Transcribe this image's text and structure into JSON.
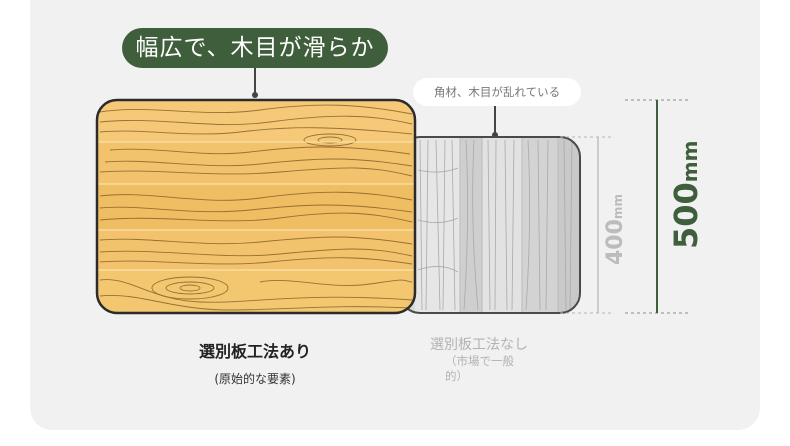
{
  "callout_main": "幅広で、木目が滑らか",
  "callout_sub": "角材、木目が乱れている",
  "with_method": {
    "title": "選別板工法あり",
    "subtitle": "(原始的な要素)"
  },
  "without_method": {
    "title": "選別板工法なし",
    "subtitle": "（市場で一般的）"
  },
  "dimension_small": {
    "value": "400",
    "unit": "mm"
  },
  "dimension_large": {
    "value": "500",
    "unit": "mm"
  },
  "colors": {
    "accent_green": "#3f5e3c",
    "wood": "#f2c36c",
    "grey_wood": "#d6d6d6"
  }
}
